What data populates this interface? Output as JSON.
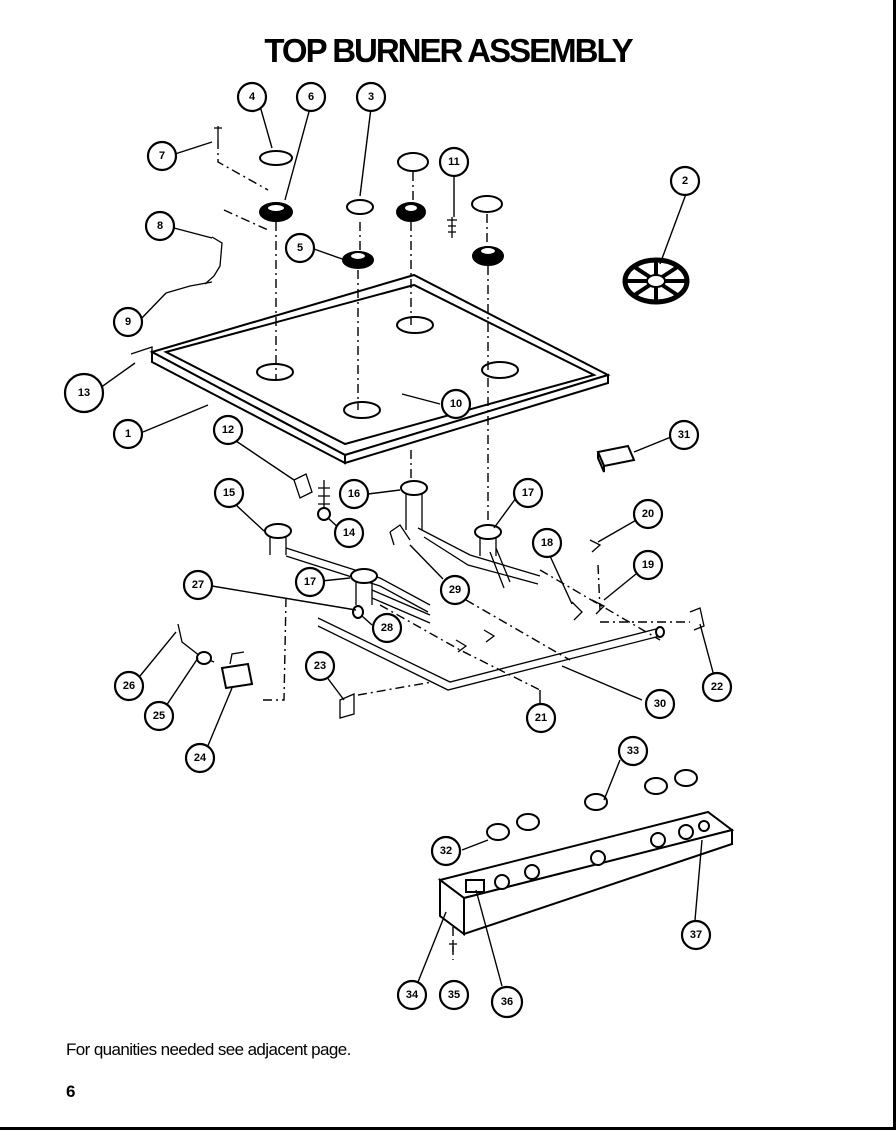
{
  "title": "TOP BURNER ASSEMBLY",
  "footnote": "For quanities needed see adjacent page.",
  "page_number": "6",
  "callouts": [
    "1",
    "2",
    "3",
    "4",
    "5",
    "6",
    "7",
    "8",
    "9",
    "10",
    "11",
    "12",
    "13",
    "14",
    "15",
    "16",
    "17",
    "17",
    "18",
    "19",
    "20",
    "21",
    "22",
    "23",
    "24",
    "25",
    "26",
    "27",
    "28",
    "29",
    "30",
    "31",
    "32",
    "33",
    "34",
    "35",
    "36",
    "37"
  ]
}
